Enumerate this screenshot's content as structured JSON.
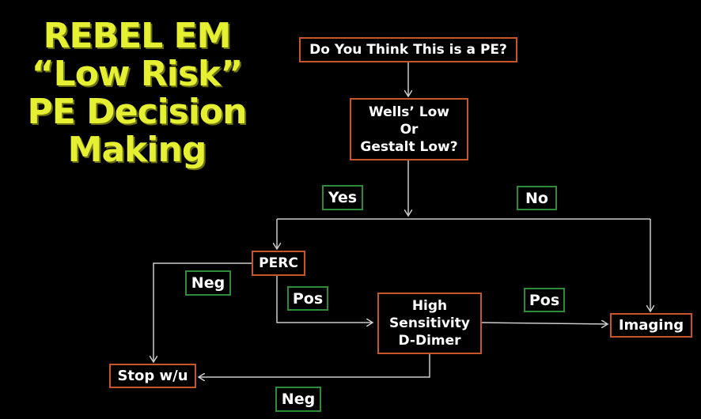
{
  "title_lines": [
    "REBEL EM",
    "“Low Risk”",
    "PE Decision",
    "Making"
  ],
  "nodes": {
    "think_pe": "Do You Think This is a PE?",
    "wells": "Wells’ Low\nOr\nGestalt Low?",
    "perc": "PERC",
    "ddimer": "High\nSensitivity\nD-Dimer",
    "imaging": "Imaging",
    "stop": "Stop w/u"
  },
  "edge_labels": {
    "yes": "Yes",
    "no": "No",
    "perc_neg": "Neg",
    "perc_pos": "Pos",
    "ddimer_pos": "Pos",
    "ddimer_neg": "Neg"
  },
  "colors": {
    "title": "#e6f032",
    "node_border": "#c8552a",
    "label_border": "#2e8b3a",
    "arrow": "#cccccc",
    "background": "#000000"
  }
}
